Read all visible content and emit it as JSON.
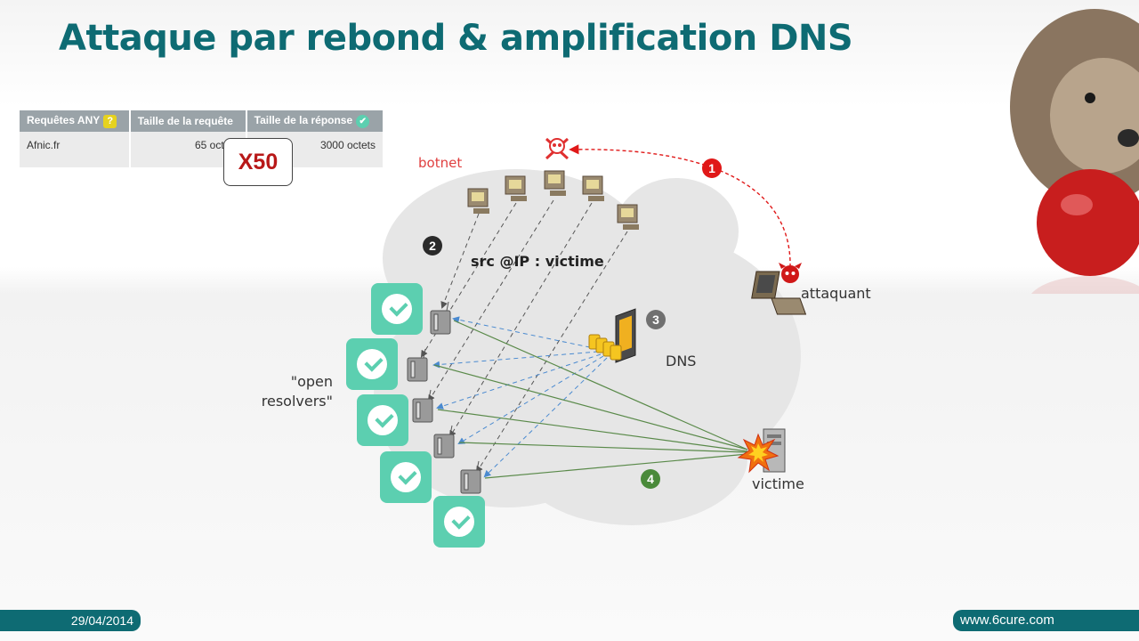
{
  "title": "Attaque par rebond & amplification DNS",
  "table": {
    "headers": [
      "Requêtes ANY",
      "Taille de la requête",
      "Taille de la réponse"
    ],
    "row": [
      "Afnic.fr",
      "65 octets",
      "3000 octets"
    ]
  },
  "multiplier": "X50",
  "labels": {
    "botnet": "botnet",
    "src_ip": "src @IP : victime",
    "dns": "DNS",
    "attaquant": "attaquant",
    "victime": "victime",
    "open_resolvers": "\"open resolvers\""
  },
  "steps": [
    "1",
    "2",
    "3",
    "4"
  ],
  "footer": {
    "date": "29/04/2014",
    "url": "www.6cure.com"
  },
  "colors": {
    "title": "#0e6b73",
    "accent": "#5ccfb0",
    "attack": "#e01818",
    "response": "#4a8a3a",
    "query": "#4a8ad0"
  },
  "icons": [
    "question-icon",
    "check-icon",
    "skull-icon",
    "devil-icon",
    "computer-icon",
    "router-icon",
    "dns-server-icon",
    "explosion-icon",
    "hedgehog-apple-image"
  ]
}
